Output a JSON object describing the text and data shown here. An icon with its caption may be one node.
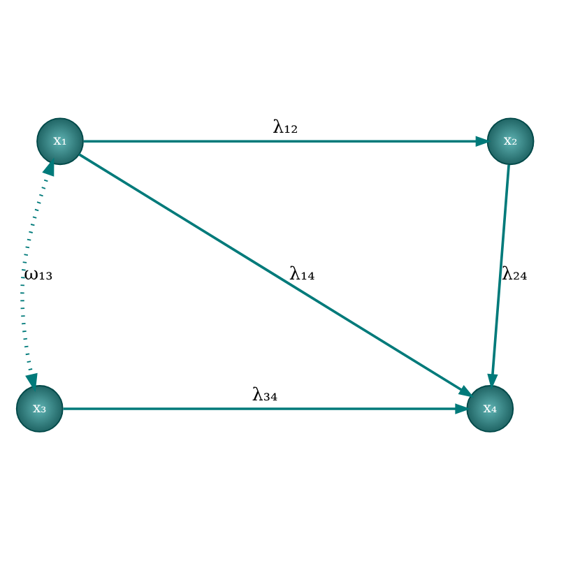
{
  "diagram": {
    "nodes": [
      {
        "text": [
          "x₁"
        ]
      },
      {
        "text": [
          "x₂"
        ]
      },
      {
        "text": [
          "x₃"
        ]
      },
      {
        "text": [
          "x₄"
        ]
      }
    ],
    "edges": [
      {
        "from": 0,
        "to": 1,
        "arrow": "to",
        "label": "λ₁₂"
      },
      {
        "from": 0,
        "to": 3,
        "arrow": "to",
        "label": "λ₁₄"
      },
      {
        "from": 1,
        "to": 3,
        "arrow": "to",
        "label": "λ₂₄"
      },
      {
        "from": 2,
        "to": 3,
        "arrow": "to",
        "label": "λ₃₄"
      },
      {
        "from": 0,
        "to": 2,
        "arrow": "both",
        "label": "ω₁₃",
        "style": "dashed"
      }
    ]
  }
}
